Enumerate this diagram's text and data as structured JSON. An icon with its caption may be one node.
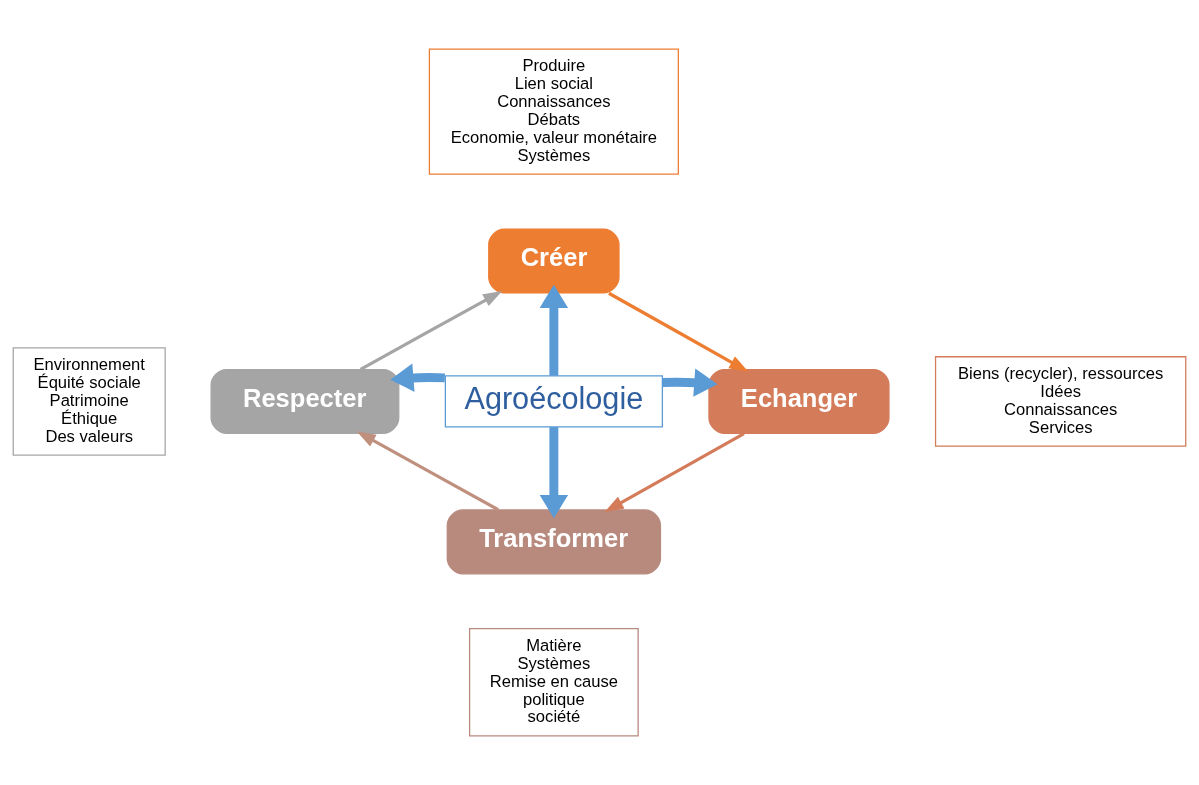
{
  "diagram": {
    "nodes": [
      {
        "text": [
          "Créer"
        ]
      },
      {
        "text": [
          "Produire",
          "Lien social",
          "Connaissances",
          "Débats",
          "Economie, valeur monétaire",
          "Systèmes"
        ]
      },
      {
        "text": [
          "Echanger"
        ]
      },
      {
        "text": [
          "Biens (recycler), ressources",
          "Idées",
          "Connaissances",
          "Services"
        ]
      },
      {
        "text": [
          "Transformer"
        ]
      },
      {
        "text": [
          "Matière",
          "Systèmes",
          "Remise en cause",
          "politique",
          "société"
        ]
      },
      {
        "text": [
          "Respecter"
        ]
      },
      {
        "text": [
          "Environnement",
          "Équité sociale",
          "Patrimoine",
          "Éthique",
          "Des valeurs"
        ]
      },
      {
        "text": [
          "Agroécologie"
        ]
      }
    ],
    "edges": [
      {
        "from": 0,
        "to": 2,
        "arrow": "to",
        "color": "#ed7d31"
      },
      {
        "from": 2,
        "to": 4,
        "arrow": "to",
        "color": "#d47b5a"
      },
      {
        "from": 4,
        "to": 6,
        "arrow": "to",
        "color": "#c0907f"
      },
      {
        "from": 6,
        "to": 0,
        "arrow": "to",
        "color": "#a5a5a5"
      },
      {
        "from": 8,
        "to": 0,
        "arrow": "to",
        "style": "thick",
        "color": "#5b9bd5"
      },
      {
        "from": 8,
        "to": 6,
        "arrow": "to",
        "style": "thick",
        "color": "#5b9bd5"
      },
      {
        "from": 8,
        "to": 2,
        "arrow": "to",
        "style": "thick",
        "color": "#5b9bd5"
      },
      {
        "from": 8,
        "to": 4,
        "arrow": "to",
        "style": "thick",
        "color": "#5b9bd5"
      }
    ]
  }
}
